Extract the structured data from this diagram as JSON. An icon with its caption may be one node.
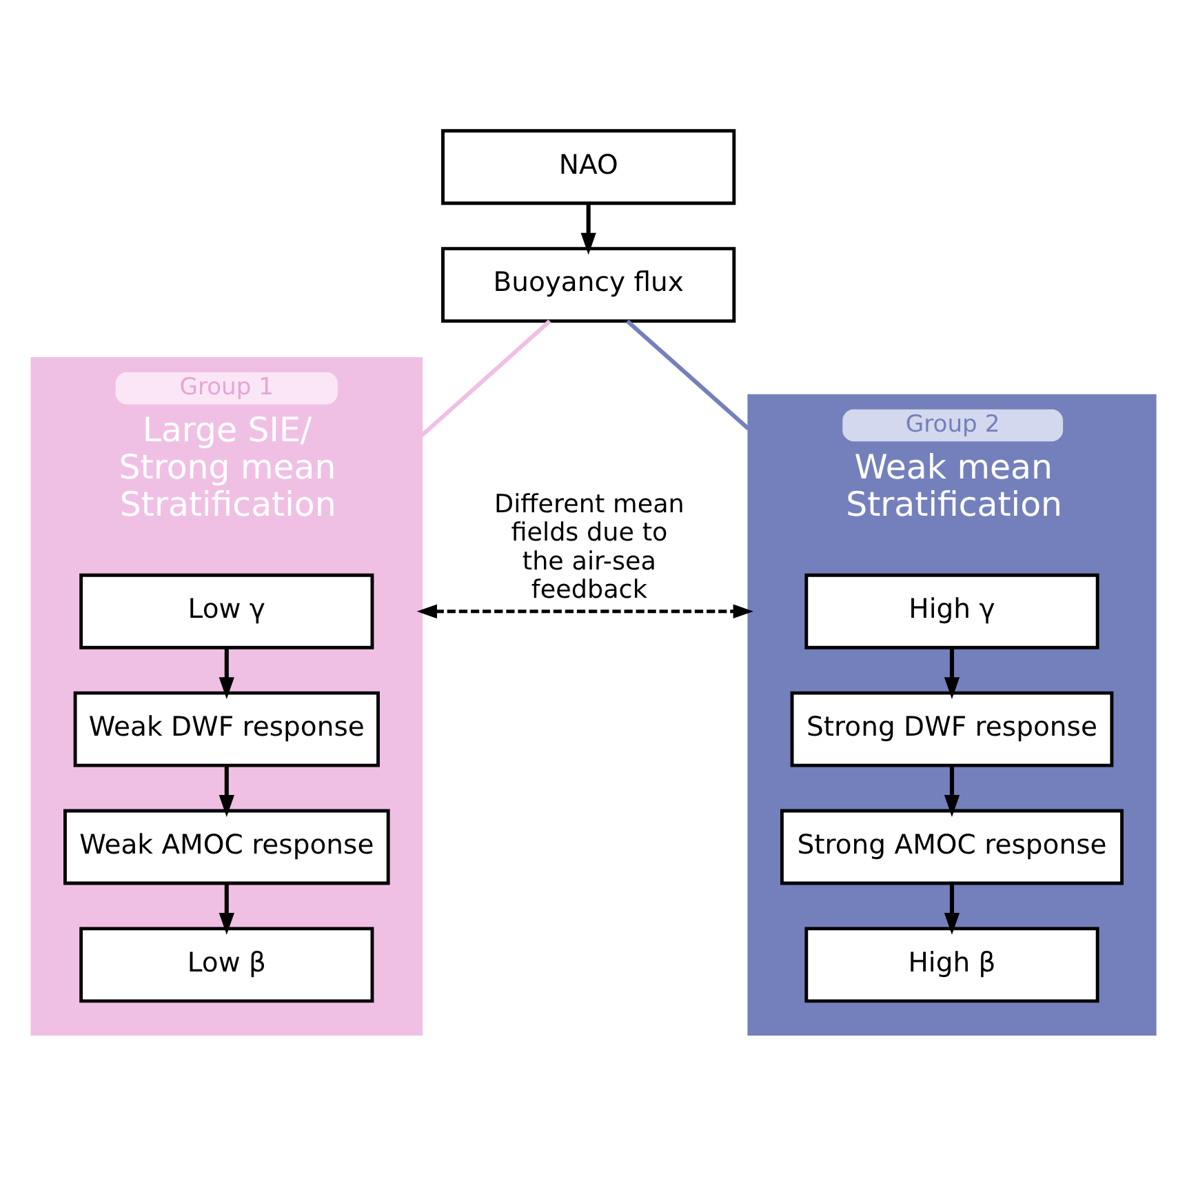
{
  "diagram": {
    "nodes": [
      {
        "text": [
          "NAO"
        ]
      },
      {
        "text": [
          "Buoyancy flux"
        ]
      },
      {
        "text": [
          "Group 1",
          "Large SIE/ Strong mean Stratification"
        ]
      },
      {
        "text": [
          "Low γ"
        ],
        "in": 2
      },
      {
        "text": [
          "Weak DWF response"
        ],
        "in": 2
      },
      {
        "text": [
          "Weak AMOC response"
        ],
        "in": 2
      },
      {
        "text": [
          "Low β"
        ],
        "in": 2
      },
      {
        "text": [
          "Group 2",
          "Weak mean Stratification"
        ]
      },
      {
        "text": [
          "High γ"
        ],
        "in": 7
      },
      {
        "text": [
          "Strong DWF response"
        ],
        "in": 7
      },
      {
        "text": [
          "Strong AMOC response"
        ],
        "in": 7
      },
      {
        "text": [
          "High β"
        ],
        "in": 7
      }
    ],
    "edges": [
      {
        "from": 0,
        "to": 1,
        "arrow": "to"
      },
      {
        "from": 1,
        "to": 2,
        "arrow": "none",
        "color": "#f0c0e4"
      },
      {
        "from": 1,
        "to": 7,
        "arrow": "none",
        "color": "#7480bc"
      },
      {
        "from": 3,
        "to": 4,
        "arrow": "to"
      },
      {
        "from": 4,
        "to": 5,
        "arrow": "to"
      },
      {
        "from": 5,
        "to": 6,
        "arrow": "to"
      },
      {
        "from": 8,
        "to": 9,
        "arrow": "to"
      },
      {
        "from": 9,
        "to": 10,
        "arrow": "to"
      },
      {
        "from": 10,
        "to": 11,
        "arrow": "to"
      },
      {
        "from": 2,
        "to": 7,
        "arrow": "both",
        "style": "dashed",
        "label": "Different mean fields due to the air-sea feedback"
      }
    ]
  }
}
